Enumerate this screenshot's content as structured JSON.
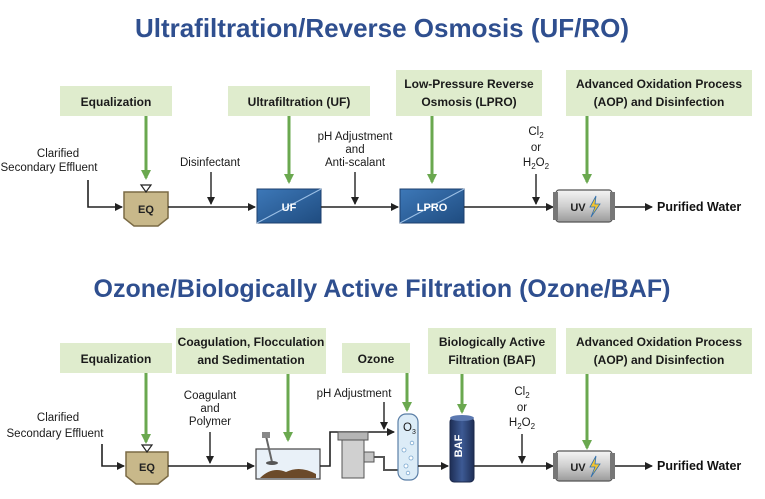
{
  "titles": {
    "top": "Ultrafiltration/Reverse Osmosis (UF/RO)",
    "bottom": "Ozone/Biologically Active Filtration (Ozone/BAF)"
  },
  "top": {
    "boxes": {
      "equalization": "Equalization",
      "uf": "Ultrafiltration (UF)",
      "lpro_1": "Low-Pressure Reverse",
      "lpro_2": "Osmosis (LPRO)",
      "aop_1": "Advanced Oxidation Process",
      "aop_2": "(AOP) and Disinfection"
    },
    "labels": {
      "influent_1": "Clarified",
      "influent_2": "Secondary Effluent",
      "disinfectant": "Disinfectant",
      "ph_1": "pH Adjustment",
      "ph_2": "and",
      "ph_3": "Anti-scalant",
      "cl2": "Cl",
      "cl2_sub": "2",
      "or": "or",
      "h2o2_h": "H",
      "h2o2_sub1": "2",
      "h2o2_o": "O",
      "h2o2_sub2": "2"
    },
    "units": {
      "eq": "EQ",
      "uf": "UF",
      "lpro": "LPRO",
      "uv": "UV"
    },
    "output": "Purified Water"
  },
  "bottom": {
    "boxes": {
      "equalization": "Equalization",
      "coag_1": "Coagulation, Flocculation",
      "coag_2": "and Sedimentation",
      "ozone": "Ozone",
      "baf_1": "Biologically Active",
      "baf_2": "Filtration (BAF)",
      "aop_1": "Advanced Oxidation Process",
      "aop_2": "(AOP) and Disinfection"
    },
    "labels": {
      "influent_1": "Clarified",
      "influent_2": "Secondary Effluent",
      "coagulant_1": "Coagulant",
      "coagulant_2": "and",
      "coagulant_3": "Polymer",
      "ph": "pH Adjustment",
      "cl2": "Cl",
      "cl2_sub": "2",
      "or": "or",
      "h2o2_h": "H",
      "h2o2_sub1": "2",
      "h2o2_o": "O",
      "h2o2_sub2": "2",
      "o3": "O",
      "o3_sub": "3"
    },
    "units": {
      "eq": "EQ",
      "baf": "BAF",
      "uv": "UV"
    },
    "output": "Purified Water"
  },
  "colors": {
    "title": "#2f4f8f",
    "label_box": "#dfeccd",
    "green_arrow": "#6aa84f",
    "eq_fill": "#c8b88a",
    "uf_fill": "#2e5f9a",
    "lpro_fill": "#2e6aa8"
  }
}
